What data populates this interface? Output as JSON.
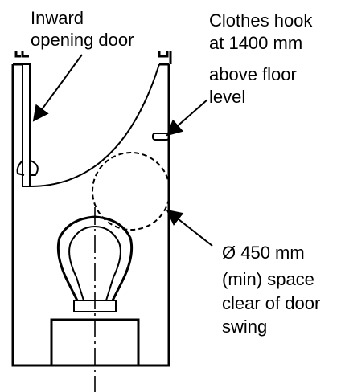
{
  "labels": {
    "door": [
      "Inward",
      "opening door"
    ],
    "hook": [
      "Clothes hook",
      "at 1400 mm",
      "above floor",
      "level"
    ],
    "clearance": [
      "Ø 450 mm",
      "(min) space",
      "clear of door",
      "swing"
    ]
  },
  "colors": {
    "line": "#000000",
    "background": "#ffffff"
  }
}
